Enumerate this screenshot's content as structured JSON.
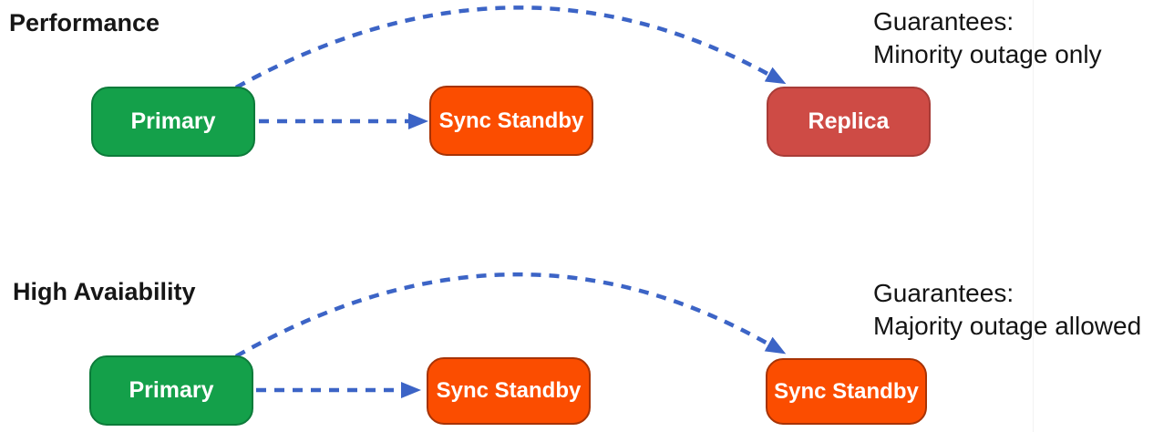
{
  "colors": {
    "background": "#ffffff",
    "heading_text": "#161616",
    "guarantee_text": "#141414",
    "primary_green": "#14a04a",
    "primary_green_border": "#0d7b3a",
    "standby_orange": "#fb4d00",
    "standby_orange_border": "#a73305",
    "replica_red": "#ce4b45",
    "replica_red_border": "#a83c37",
    "arrow_blue": "#3c64c6"
  },
  "sections": [
    {
      "heading": "Performance",
      "guarantees": [
        "Guarantees:",
        "Minority outage only"
      ],
      "nodes": [
        {
          "label": "Primary",
          "type": "primary"
        },
        {
          "label": "Sync Standby",
          "type": "standby"
        },
        {
          "label": "Replica",
          "type": "replica"
        }
      ],
      "edges": [
        {
          "from": "Primary",
          "to": "Sync Standby",
          "style": "dashed-straight-arrow"
        },
        {
          "from": "Primary",
          "to": "Replica",
          "style": "dashed-arc-arrow"
        }
      ]
    },
    {
      "heading": "High Avaiability",
      "guarantees": [
        "Guarantees:",
        "Majority outage allowed"
      ],
      "nodes": [
        {
          "label": "Primary",
          "type": "primary"
        },
        {
          "label": "Sync Standby",
          "type": "standby"
        },
        {
          "label": "Sync Standby",
          "type": "standby"
        }
      ],
      "edges": [
        {
          "from": "Primary",
          "to": "Sync Standby (middle)",
          "style": "dashed-straight-arrow"
        },
        {
          "from": "Primary",
          "to": "Sync Standby (right)",
          "style": "dashed-arc-arrow"
        }
      ]
    }
  ]
}
